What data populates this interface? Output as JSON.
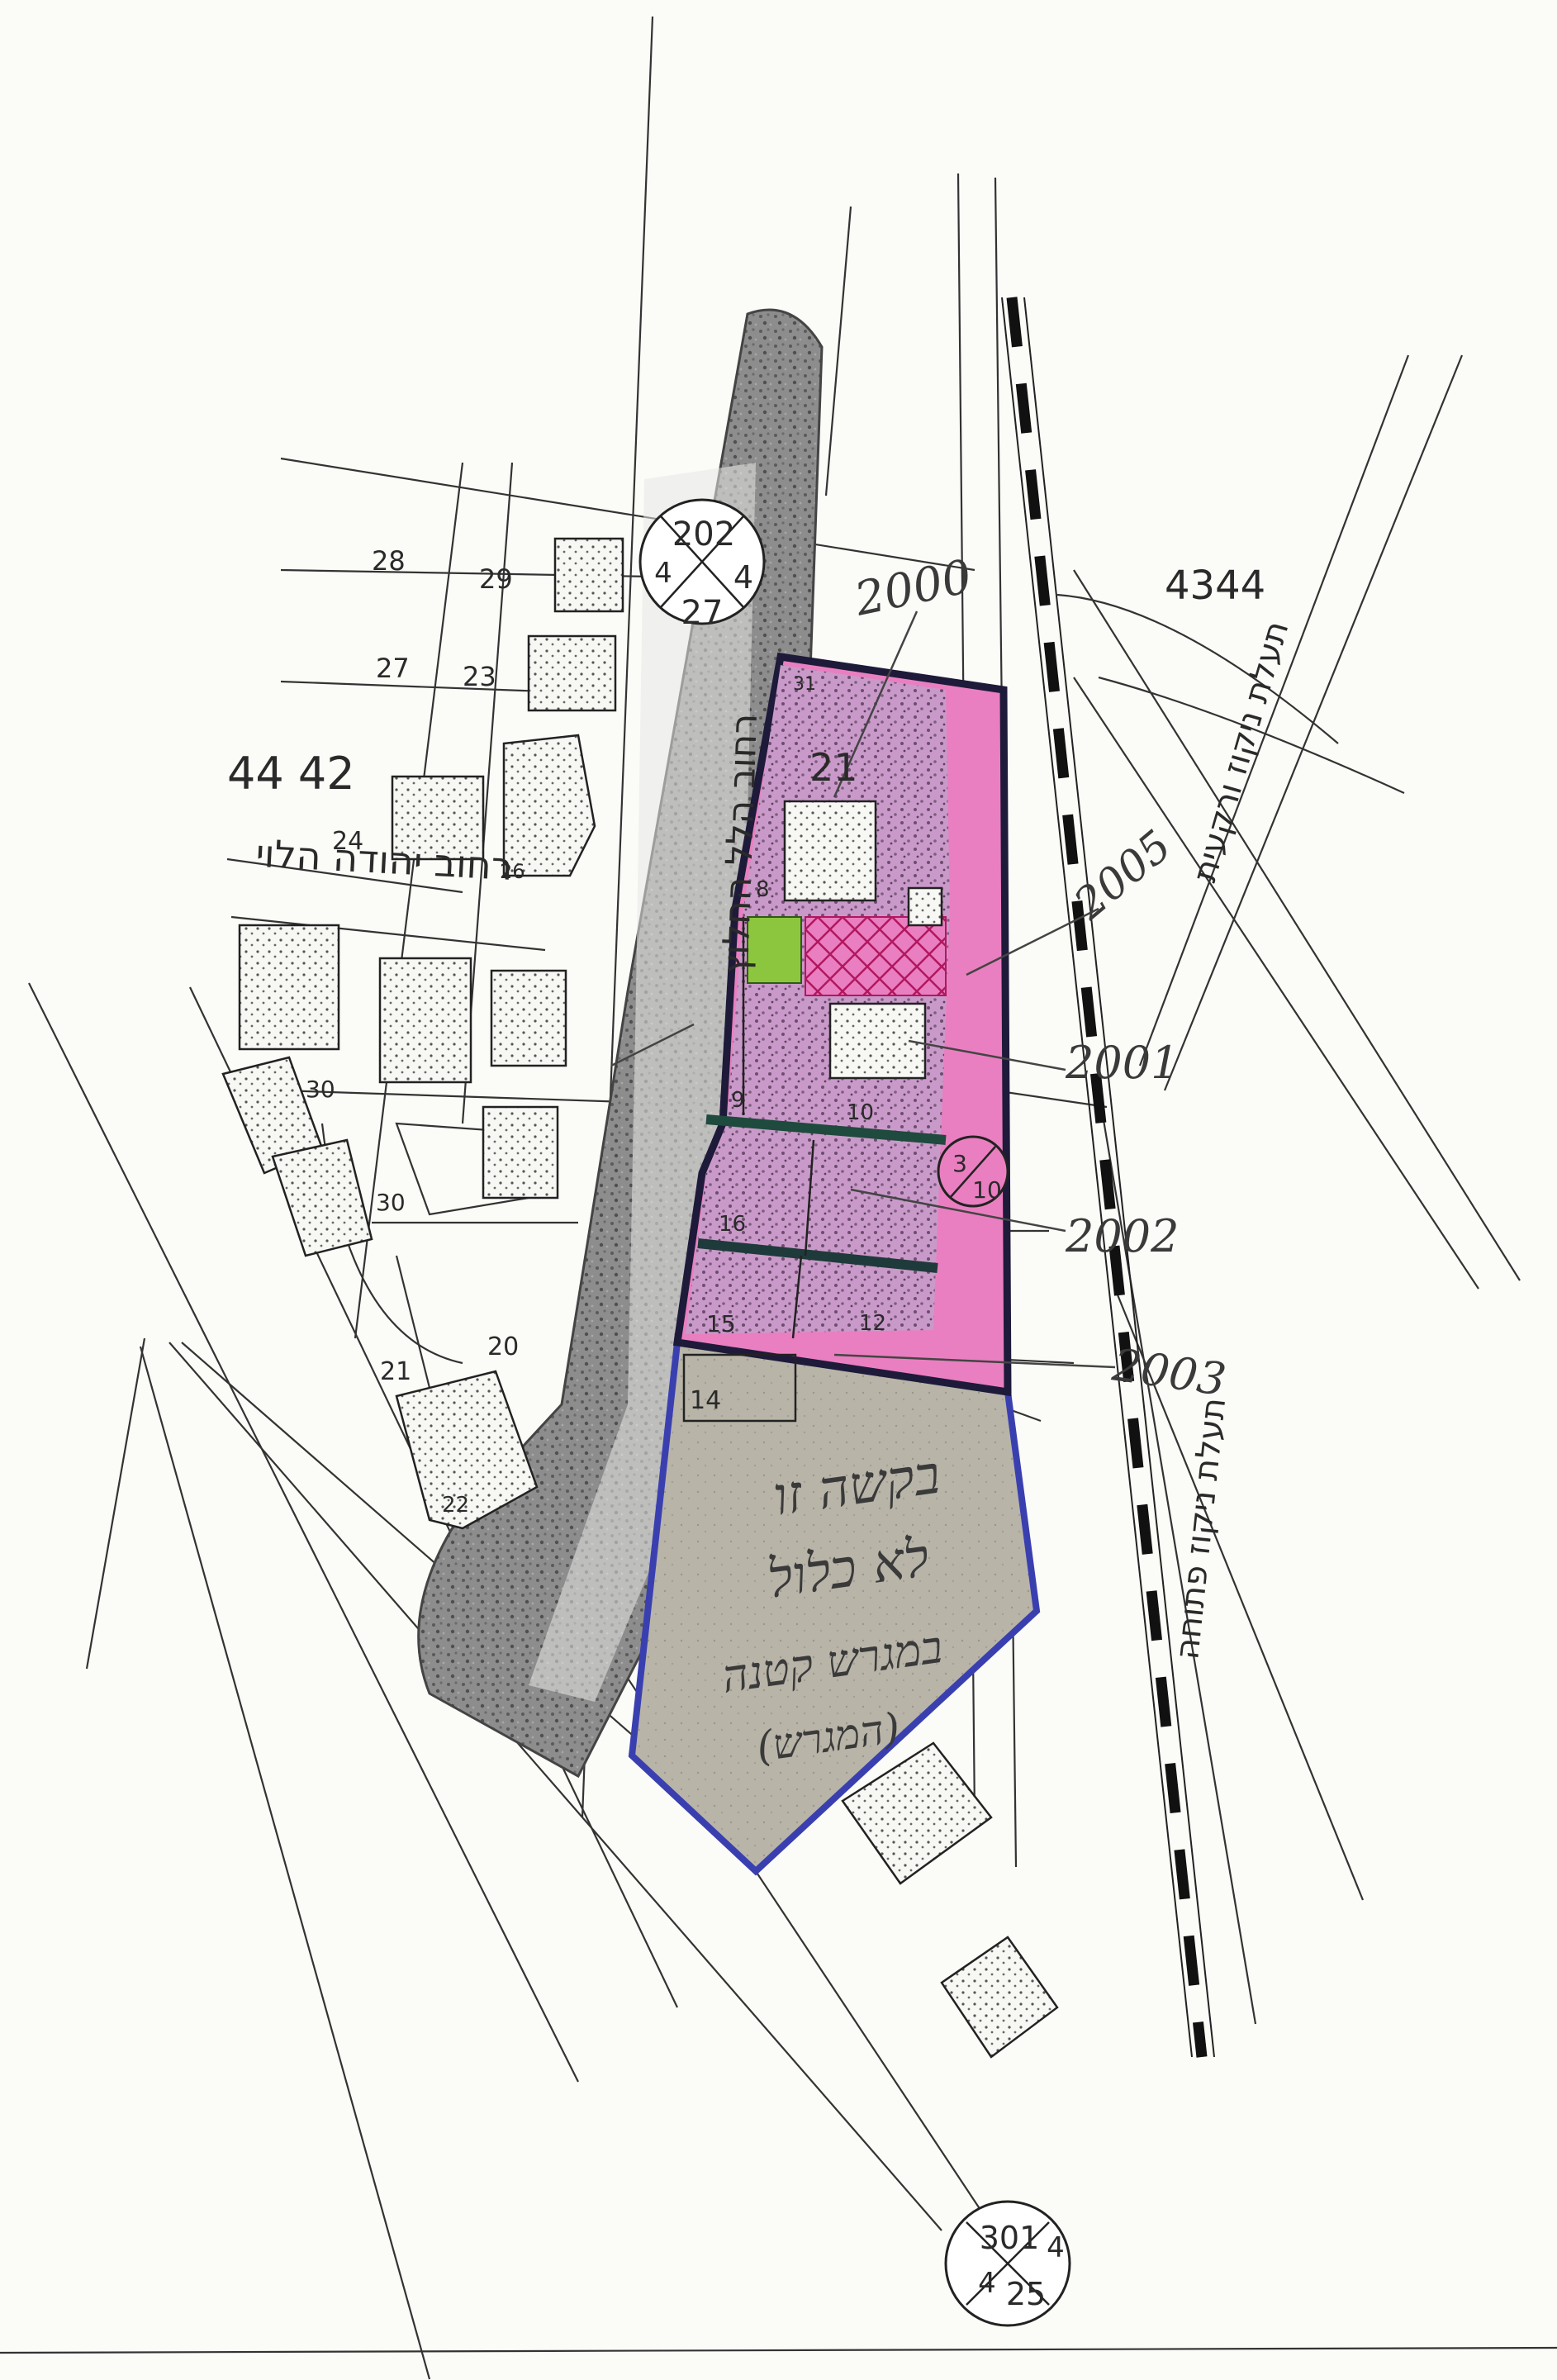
{
  "blocks": {
    "block_4442": "44 42",
    "block_4344": "4344"
  },
  "streets": {
    "yehuda_halevi": "רחוב יהודה הלוי",
    "vertical_street": "רחוב הלל החלוץ",
    "channel_upper": "תעלת ניקוז ורקעית",
    "channel_lower": "תעלת ניקוז פתוחה"
  },
  "parcels": {
    "p28": "28",
    "p29": "29",
    "p27": "27",
    "p23": "23",
    "p24": "24",
    "p26": "26",
    "p30a": "30",
    "p30b": "30",
    "p21": "21",
    "p20": "20",
    "p22": "22",
    "p31": "31",
    "p8": "8",
    "p9": "9",
    "p10": "10",
    "p16": "16",
    "p15": "15",
    "p12": "12",
    "p14": "14",
    "p21plan": "21"
  },
  "annotations": {
    "a2000": "2000",
    "a2001": "2001",
    "a2002": "2002",
    "a2003": "2003",
    "a2005": "2005",
    "note_line1": "בקשה זו",
    "note_line2": "לא כלול",
    "note_line3": "במגרש קטנה",
    "note_line4": "(המגרש)"
  },
  "markers": {
    "top": {
      "top": "202",
      "left": "4",
      "right": "4",
      "bottom": "27"
    },
    "mid": {
      "top": "3",
      "bottom": "10"
    },
    "bottom": {
      "top": "301",
      "left": "4",
      "right": "4",
      "bottom": "25"
    }
  },
  "colors": {
    "pink_zone": "#e97fc0",
    "lilac_zone": "#c99ac9",
    "grey_zone": "#b8b4a8",
    "green_square": "#8cc63f",
    "outline_blue": "#3a3fb0"
  }
}
